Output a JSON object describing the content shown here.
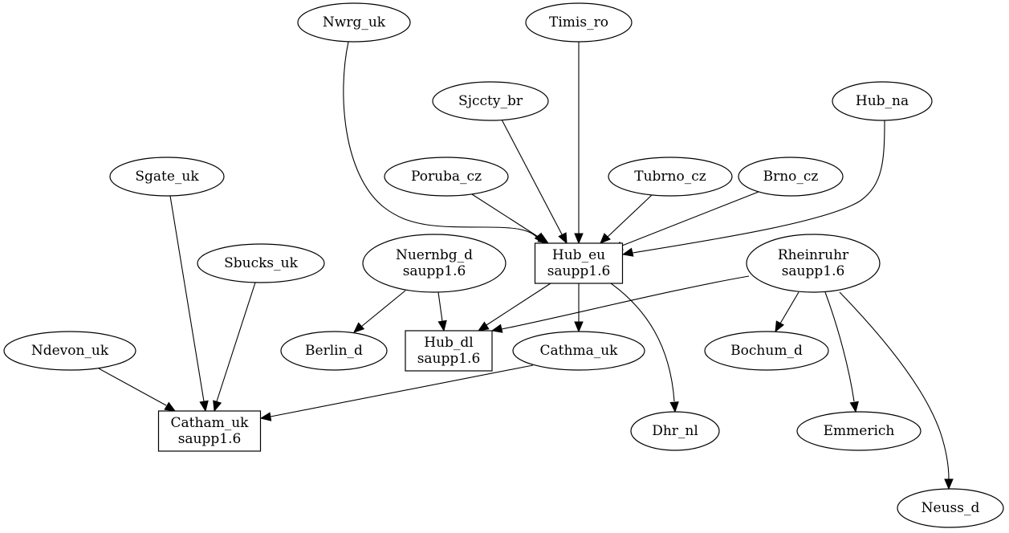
{
  "graph": {
    "nodes": [
      {
        "id": "Nwrg_uk",
        "shape": "ellipse",
        "lines": [
          "Nwrg_uk"
        ]
      },
      {
        "id": "Timis_ro",
        "shape": "ellipse",
        "lines": [
          "Timis_ro"
        ]
      },
      {
        "id": "Sjccty_br",
        "shape": "ellipse",
        "lines": [
          "Sjccty_br"
        ]
      },
      {
        "id": "Hub_na",
        "shape": "ellipse",
        "lines": [
          "Hub_na"
        ]
      },
      {
        "id": "Sgate_uk",
        "shape": "ellipse",
        "lines": [
          "Sgate_uk"
        ]
      },
      {
        "id": "Poruba_cz",
        "shape": "ellipse",
        "lines": [
          "Poruba_cz"
        ]
      },
      {
        "id": "Tubrno_cz",
        "shape": "ellipse",
        "lines": [
          "Tubrno_cz"
        ]
      },
      {
        "id": "Brno_cz",
        "shape": "ellipse",
        "lines": [
          "Brno_cz"
        ]
      },
      {
        "id": "Sbucks_uk",
        "shape": "ellipse",
        "lines": [
          "Sbucks_uk"
        ]
      },
      {
        "id": "Nuernbg_d",
        "shape": "ellipse",
        "lines": [
          "Nuernbg_d",
          "saupp1.6"
        ]
      },
      {
        "id": "Hub_eu",
        "shape": "box",
        "lines": [
          "Hub_eu",
          "saupp1.6"
        ]
      },
      {
        "id": "Rheinruhr",
        "shape": "ellipse",
        "lines": [
          "Rheinruhr",
          "saupp1.6"
        ]
      },
      {
        "id": "Ndevon_uk",
        "shape": "ellipse",
        "lines": [
          "Ndevon_uk"
        ]
      },
      {
        "id": "Berlin_d",
        "shape": "ellipse",
        "lines": [
          "Berlin_d"
        ]
      },
      {
        "id": "Hub_dl",
        "shape": "box",
        "lines": [
          "Hub_dl",
          "saupp1.6"
        ]
      },
      {
        "id": "Cathma_uk",
        "shape": "ellipse",
        "lines": [
          "Cathma_uk"
        ]
      },
      {
        "id": "Bochum_d",
        "shape": "ellipse",
        "lines": [
          "Bochum_d"
        ]
      },
      {
        "id": "Catham_uk",
        "shape": "box",
        "lines": [
          "Catham_uk",
          "saupp1.6"
        ]
      },
      {
        "id": "Dhr_nl",
        "shape": "ellipse",
        "lines": [
          "Dhr_nl"
        ]
      },
      {
        "id": "Emmerich",
        "shape": "ellipse",
        "lines": [
          "Emmerich"
        ]
      },
      {
        "id": "Neuss_d",
        "shape": "ellipse",
        "lines": [
          "Neuss_d"
        ]
      }
    ],
    "edges": [
      {
        "from": "Nwrg_uk",
        "to": "Hub_eu"
      },
      {
        "from": "Timis_ro",
        "to": "Hub_eu"
      },
      {
        "from": "Sjccty_br",
        "to": "Hub_eu"
      },
      {
        "from": "Poruba_cz",
        "to": "Hub_eu"
      },
      {
        "from": "Tubrno_cz",
        "to": "Hub_eu"
      },
      {
        "from": "Brno_cz",
        "to": "Hub_eu"
      },
      {
        "from": "Hub_na",
        "to": "Hub_eu"
      },
      {
        "from": "Sgate_uk",
        "to": "Catham_uk"
      },
      {
        "from": "Sbucks_uk",
        "to": "Catham_uk"
      },
      {
        "from": "Ndevon_uk",
        "to": "Catham_uk"
      },
      {
        "from": "Cathma_uk",
        "to": "Catham_uk"
      },
      {
        "from": "Nuernbg_d",
        "to": "Berlin_d"
      },
      {
        "from": "Nuernbg_d",
        "to": "Hub_dl"
      },
      {
        "from": "Hub_eu",
        "to": "Hub_dl"
      },
      {
        "from": "Hub_eu",
        "to": "Cathma_uk"
      },
      {
        "from": "Hub_eu",
        "to": "Dhr_nl"
      },
      {
        "from": "Rheinruhr",
        "to": "Hub_dl"
      },
      {
        "from": "Rheinruhr",
        "to": "Bochum_d"
      },
      {
        "from": "Rheinruhr",
        "to": "Emmerich"
      },
      {
        "from": "Rheinruhr",
        "to": "Neuss_d"
      }
    ]
  }
}
